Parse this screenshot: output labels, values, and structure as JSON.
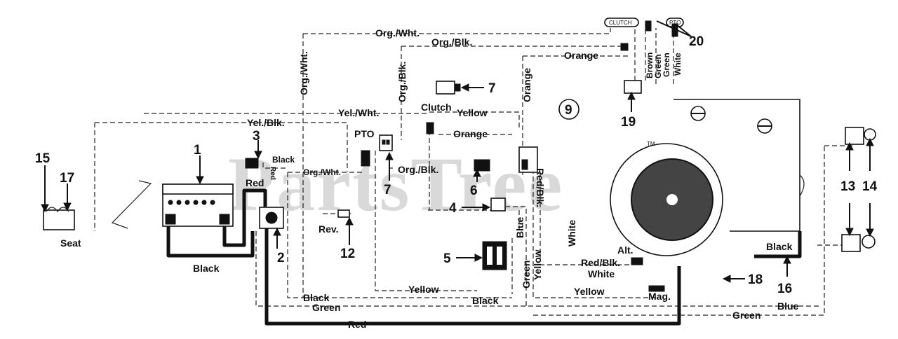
{
  "watermark": {
    "text": "PartsTree",
    "tm": "TM"
  },
  "callouts": [
    "1",
    "2",
    "3",
    "4",
    "5",
    "6",
    "7",
    "7",
    "9",
    "12",
    "13",
    "14",
    "15",
    "16",
    "17",
    "18",
    "19",
    "20"
  ],
  "wire_labels": {
    "org_wht_top": "Org./Wht.",
    "org_blk_top": "Org./Blk.",
    "org_wht_vert": "Org./Wht.",
    "org_blk_vert": "Org./Blk.",
    "orange_top": "Orange",
    "orange_vert": "Orange",
    "yel_wht": "Yel./Wht.",
    "yel_blk": "Yel./Blk.",
    "clutch": "Clutch",
    "yellow_top": "Yellow",
    "orange_mid": "Orange",
    "pto": "PTO",
    "black_3": "Black",
    "red_small": "Red",
    "red_bat": "Red",
    "org_wht_mid": "Org./Wht.",
    "org_blk_mid": "Org./Blk.",
    "red_blk_vert": "Red/Blk.",
    "blue_vert": "Blue",
    "white_vert": "White",
    "yellow_vert": "Yellow",
    "green_vert": "Green",
    "alt": "Alt.",
    "red_blk_alt": "Red/Blk.",
    "white_alt": "White",
    "rev": "Rev.",
    "black_bat": "Black",
    "yellow_bottom": "Yellow",
    "black_low": "Black",
    "green_low": "Green",
    "black_low2": "Black",
    "yellow_mag": "Yellow",
    "mag": "Mag.",
    "black_right": "Black",
    "blue_bottom": "Blue",
    "green_bottom": "Green",
    "red_bottom": "Red",
    "brown": "Brown",
    "green_20": "Green",
    "green_20b": "Green",
    "white_20": "White",
    "seat": "Seat",
    "clutch_tag": "CLUTCH",
    "pto_tag": "PTO"
  }
}
